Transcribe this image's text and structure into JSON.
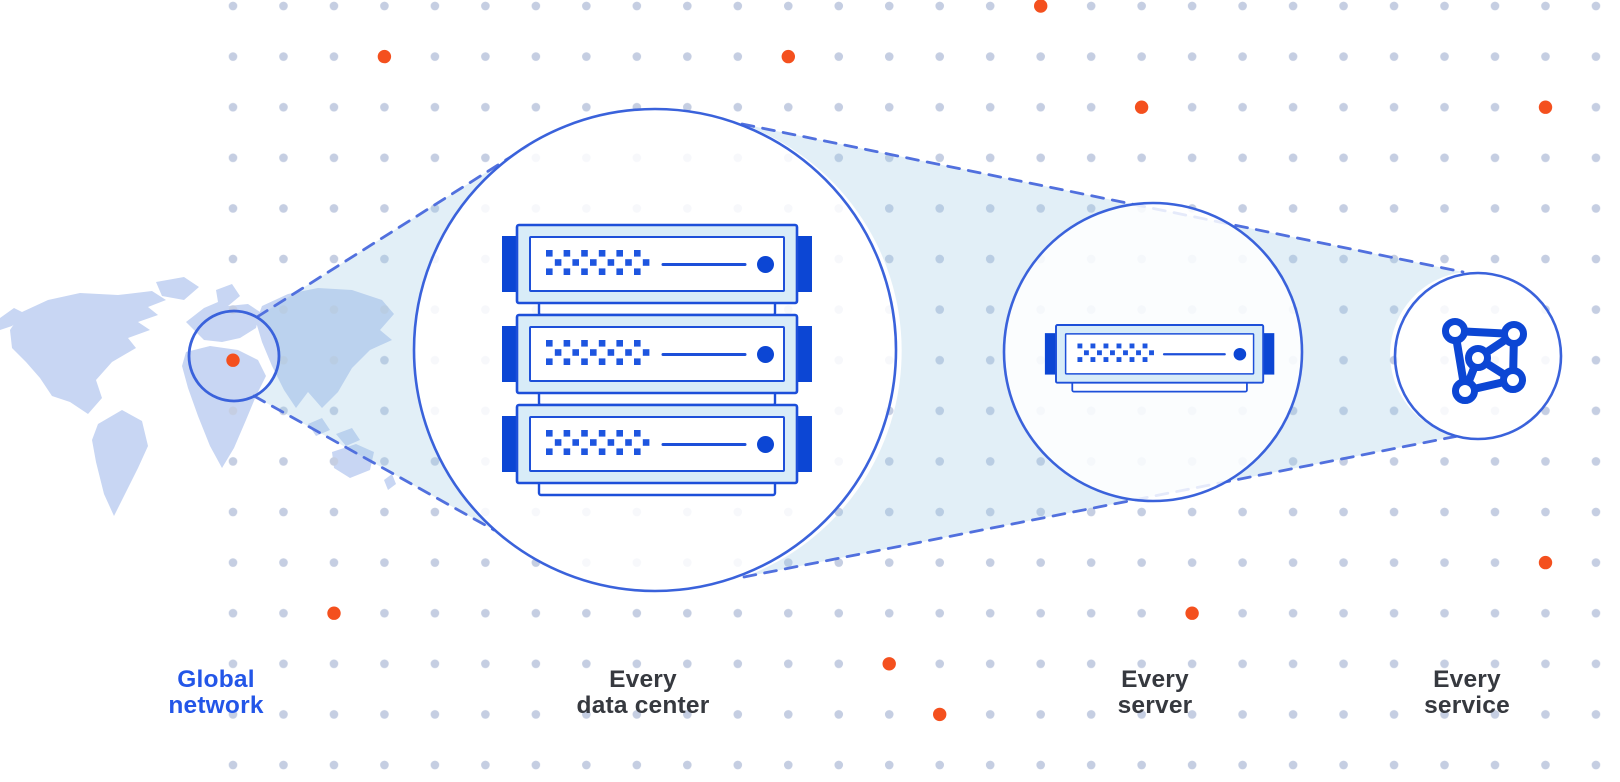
{
  "diagram_title": "",
  "stages": [
    {
      "id": "global-network",
      "icon": "world-map-with-location-circle-icon",
      "label_lines": [
        "Global",
        "network"
      ]
    },
    {
      "id": "every-data-center",
      "icon": "server-rack-icon",
      "label_lines": [
        "Every",
        "data center"
      ]
    },
    {
      "id": "every-server",
      "icon": "server-unit-icon",
      "label_lines": [
        "Every",
        "server"
      ]
    },
    {
      "id": "every-service",
      "icon": "network-mesh-icon",
      "label_lines": [
        "Every",
        "service"
      ]
    }
  ],
  "colors": {
    "accent_orange": "#F4501E",
    "primary_blue": "#1D4FD9",
    "dark_blue": "#0C46D4",
    "matrix_blue": "#1D55E0",
    "circle_stroke_blue": "#3A62DB",
    "dashed_line_blue": "#5170DE",
    "light_cyan_fill": "#D8ECF8",
    "map_fill": "#C8D6F3",
    "grid_dot_gray": "#C5CEE2",
    "beam_fill": "rgba(158,202,228,0.30)",
    "label_dark": "#36393F",
    "label_blue": "#2356E8"
  }
}
